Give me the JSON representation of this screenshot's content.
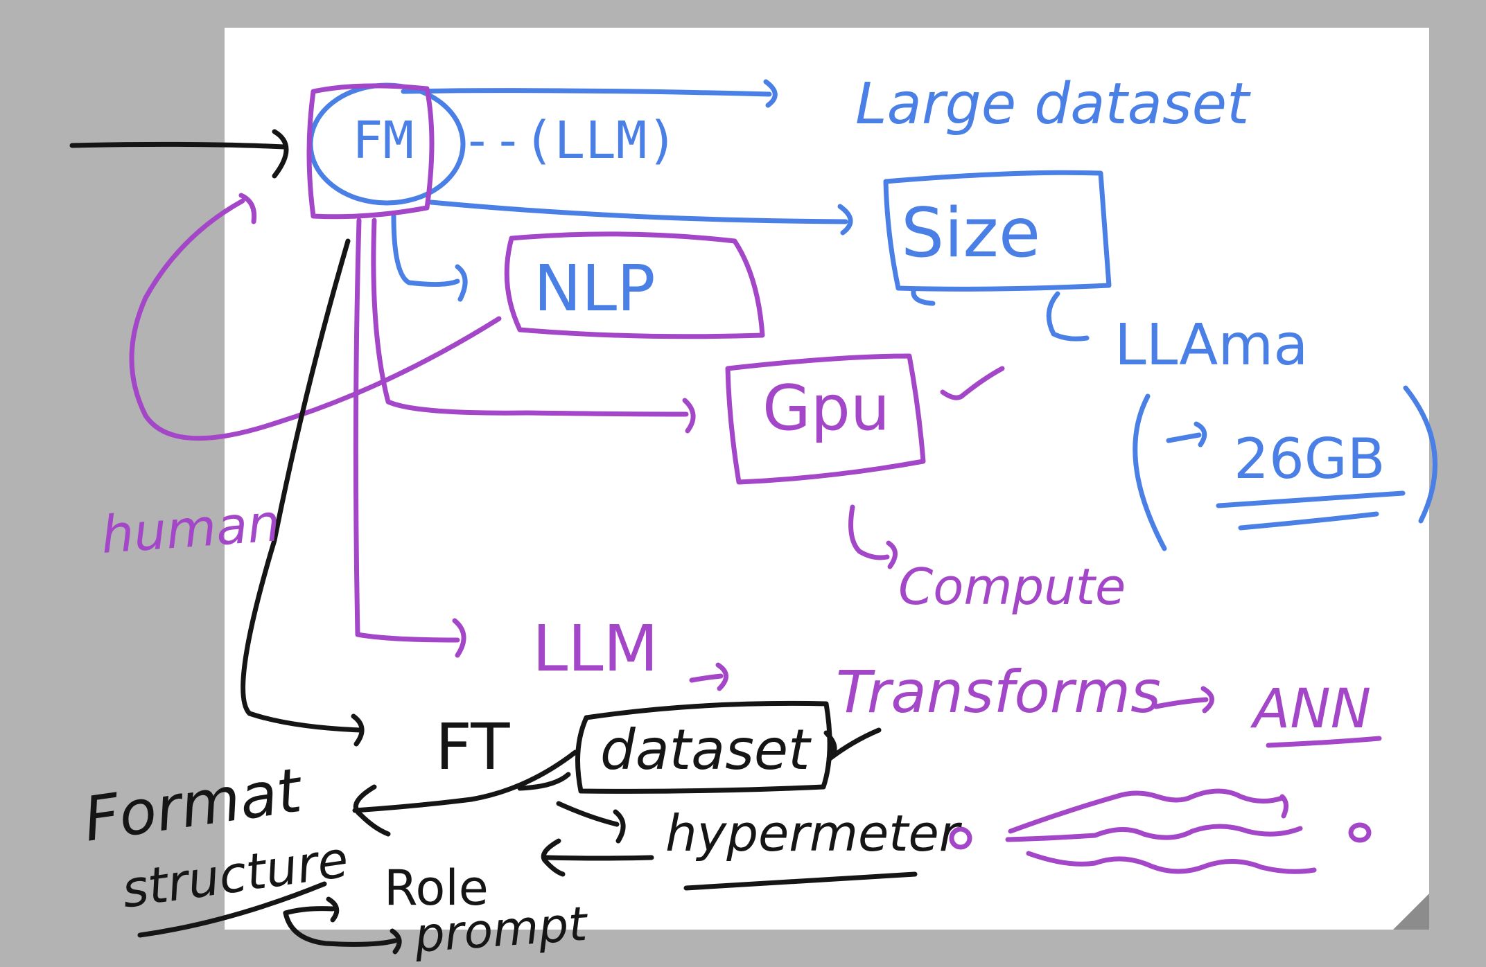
{
  "colors": {
    "blue": "#4a7fe6",
    "purple": "#a347c8",
    "black": "#151515",
    "canvas": "#ffffff",
    "backdrop": "#b3b3b3"
  },
  "nodes": {
    "fm": "FM",
    "llm_paren": "--(LLM)",
    "large_dataset": "Large dataset",
    "size": "Size",
    "llama": "LLAma",
    "gb": "26GB",
    "nlp": "NLP",
    "gpu": "Gpu",
    "compute": "Compute",
    "human": "human",
    "llm": "LLM",
    "transforms": "Transforms",
    "ann": "ANN",
    "ft": "FT",
    "dataset": "dataset",
    "format": "Format",
    "structure": "structure",
    "role": "Role",
    "prompt": "prompt",
    "hypermeter": "hypermeter"
  }
}
